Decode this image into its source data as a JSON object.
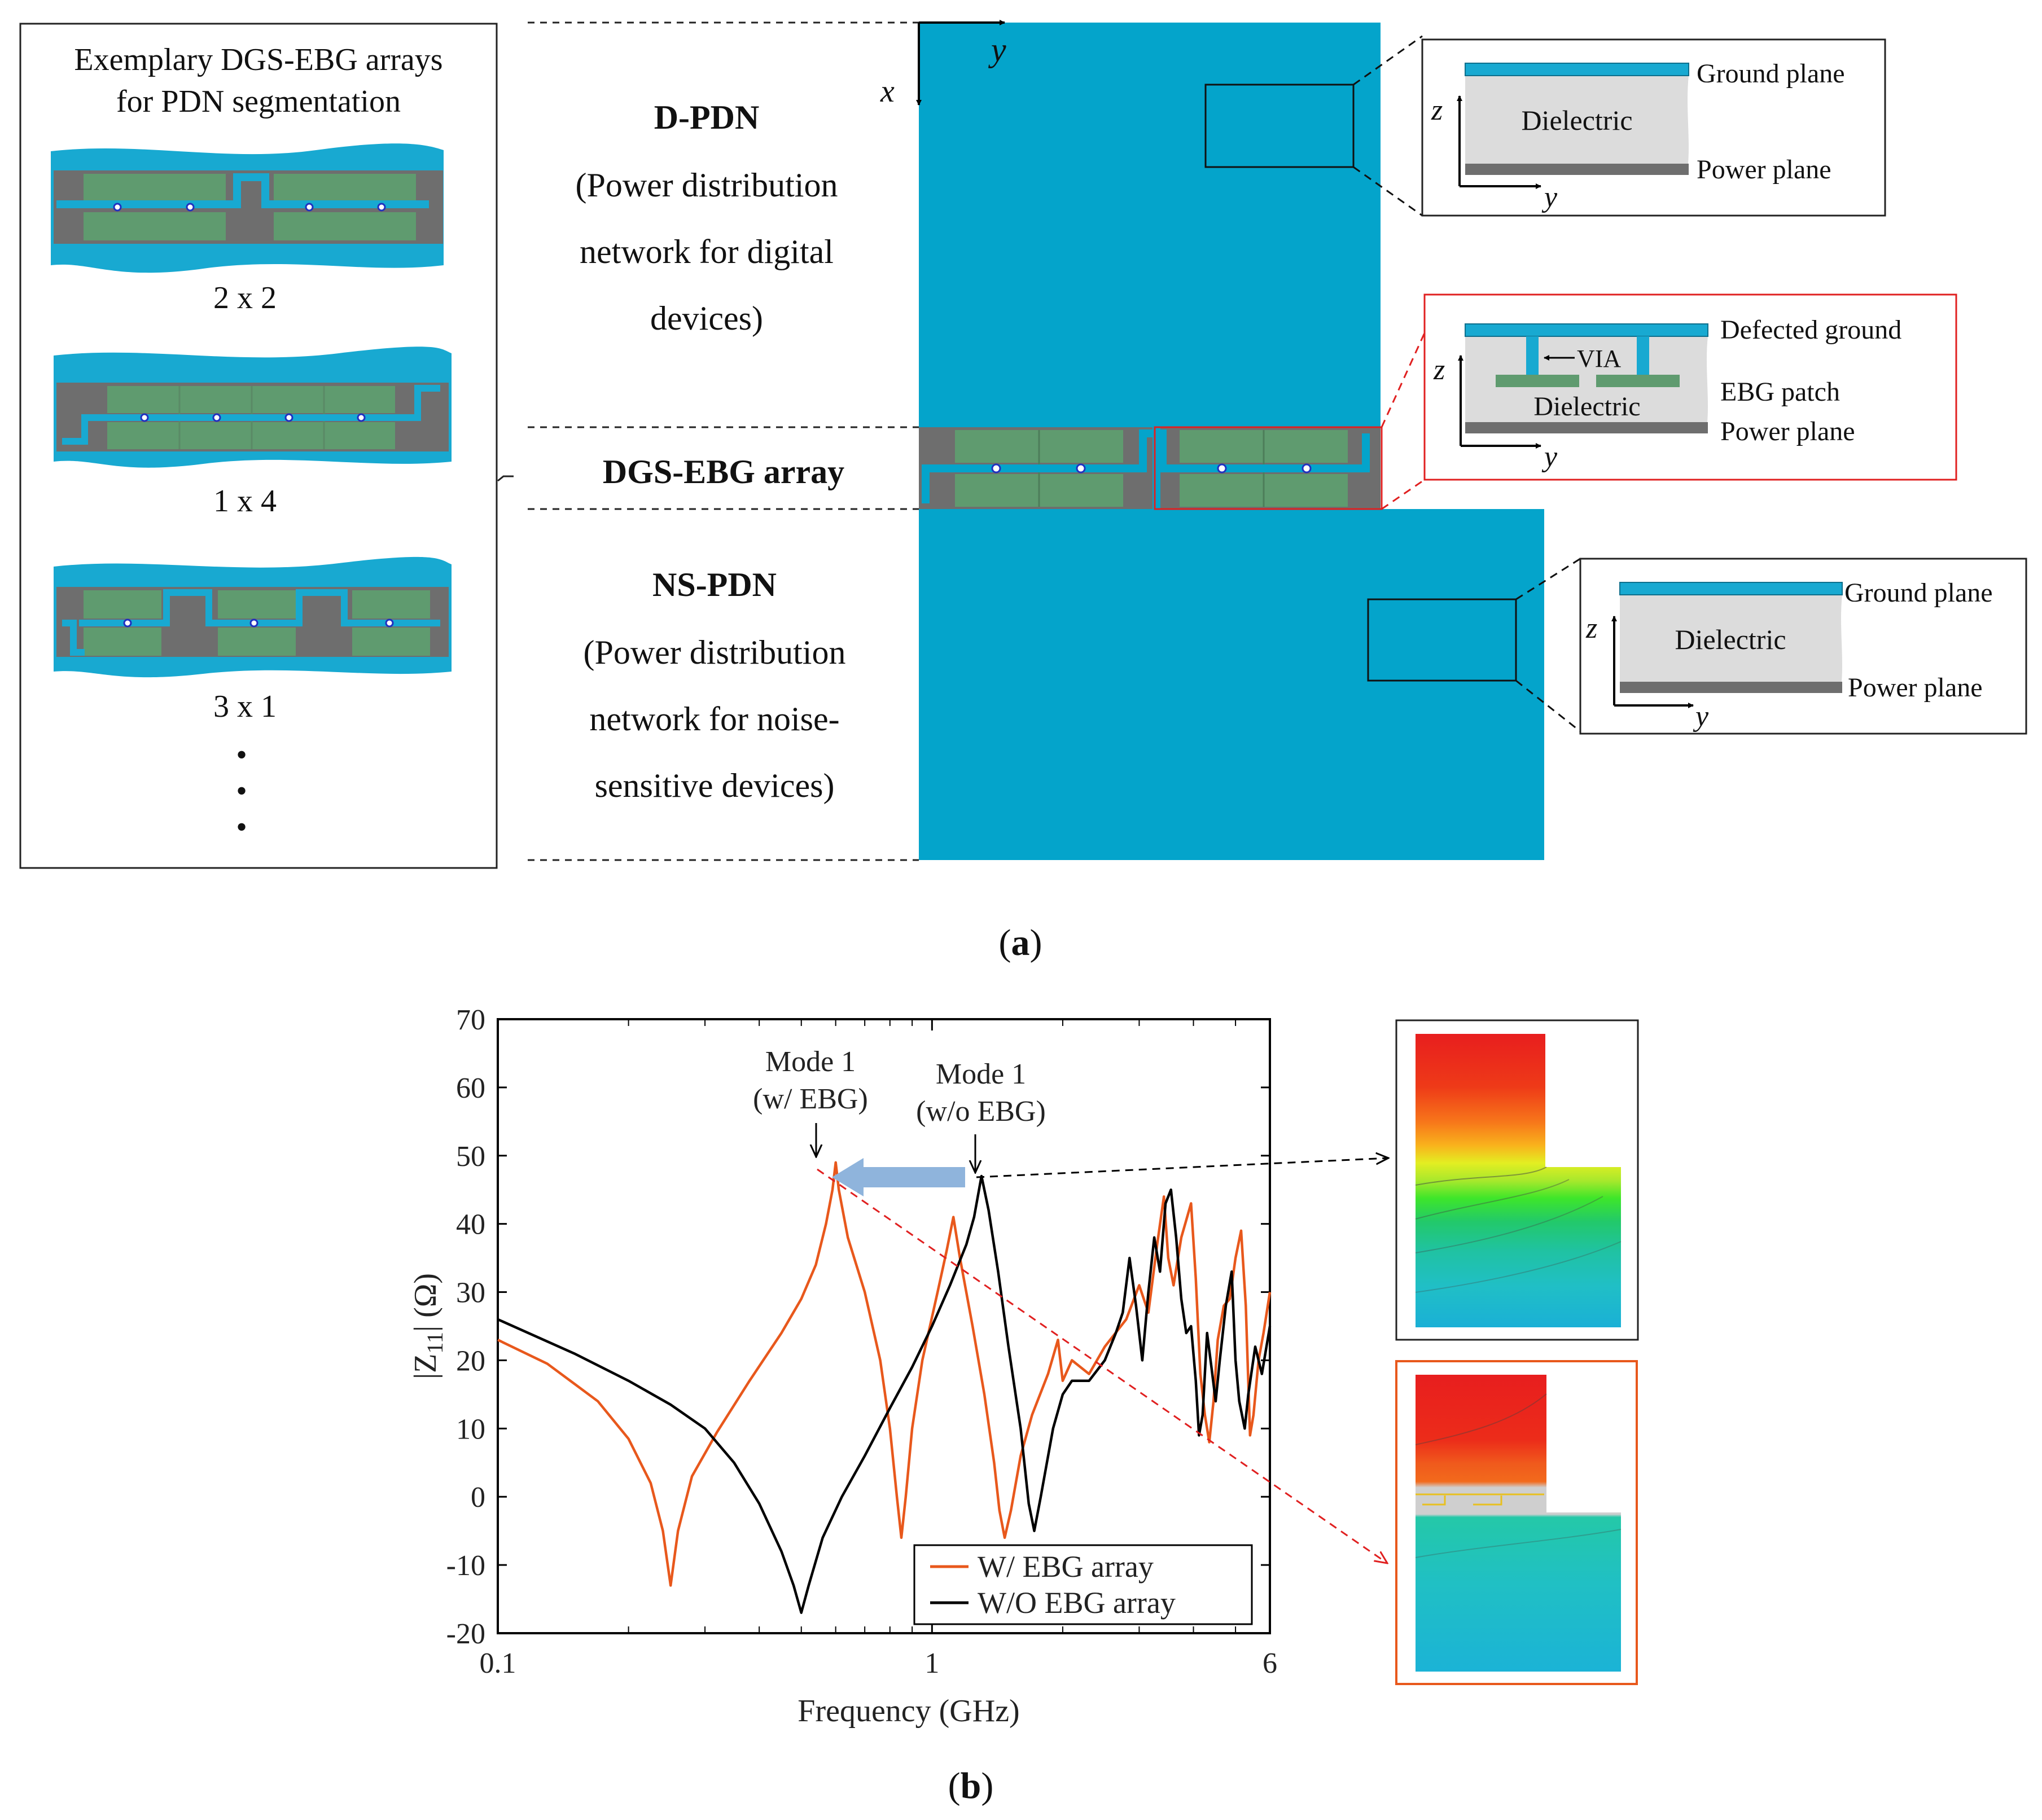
{
  "panel_a": {
    "examples_box": {
      "title_line1": "Exemplary DGS-EBG arrays",
      "title_line2": "for PDN segmentation",
      "items": [
        {
          "label": "2 x 2"
        },
        {
          "label": "1 x 4"
        },
        {
          "label": "3 x 1"
        }
      ],
      "more_marker": "•"
    },
    "regions": {
      "dpdn_title": "D-PDN",
      "dpdn_desc": [
        "(Power distribution",
        "network for digital",
        "devices)"
      ],
      "dgs_title": "DGS-EBG array",
      "nspdn_title": "NS-PDN",
      "nspdn_desc": [
        "(Power distribution",
        "network for noise-",
        "sensitive devices)"
      ]
    },
    "axes_labels": {
      "x": "x",
      "y": "y",
      "z": "z"
    },
    "insets": {
      "top": {
        "ground": "Ground plane",
        "dielectric": "Dielectric",
        "power": "Power plane"
      },
      "middle": {
        "ground": "Defected ground",
        "via": "VIA",
        "dielectric": "Dielectric",
        "patch": "EBG patch",
        "power": "Power plane"
      },
      "bottom": {
        "ground": "Ground plane",
        "dielectric": "Dielectric",
        "power": "Power plane"
      }
    },
    "caption_open": "(",
    "caption_letter": "a",
    "caption_close": ")"
  },
  "panel_b": {
    "caption_open": "(",
    "caption_letter": "b",
    "caption_close": ")",
    "annotations": {
      "mode1_ebg": [
        "Mode 1",
        "(w/ EBG)"
      ],
      "mode1_noebg": [
        "Mode 1",
        "(w/o EBG)"
      ]
    }
  },
  "chart_data": {
    "type": "line",
    "title": "",
    "xlabel": "Frequency (GHz)",
    "ylabel": "|Z11| (Ω)",
    "xscale": "log",
    "xlim": [
      0.1,
      6
    ],
    "ylim": [
      -20,
      70
    ],
    "xticks": [
      "0.1",
      "1",
      "6"
    ],
    "yticks": [
      "-20",
      "-10",
      "0",
      "10",
      "20",
      "30",
      "40",
      "50",
      "60",
      "70"
    ],
    "legend": {
      "placement": "bottom-right"
    },
    "series": [
      {
        "name": "W/ EBG array",
        "color": "#e8581c",
        "points": [
          [
            0.1,
            23
          ],
          [
            0.13,
            19.5
          ],
          [
            0.17,
            14
          ],
          [
            0.2,
            8.5
          ],
          [
            0.225,
            2
          ],
          [
            0.24,
            -5
          ],
          [
            0.25,
            -13
          ],
          [
            0.26,
            -5
          ],
          [
            0.28,
            3
          ],
          [
            0.32,
            9.5
          ],
          [
            0.38,
            17
          ],
          [
            0.45,
            24
          ],
          [
            0.5,
            29
          ],
          [
            0.54,
            34
          ],
          [
            0.57,
            40
          ],
          [
            0.59,
            45
          ],
          [
            0.6,
            49
          ],
          [
            0.61,
            45
          ],
          [
            0.64,
            38
          ],
          [
            0.7,
            30
          ],
          [
            0.76,
            20
          ],
          [
            0.8,
            10
          ],
          [
            0.83,
            0
          ],
          [
            0.85,
            -6
          ],
          [
            0.87,
            0
          ],
          [
            0.9,
            10
          ],
          [
            0.95,
            20
          ],
          [
            1.03,
            30
          ],
          [
            1.08,
            36
          ],
          [
            1.12,
            41
          ],
          [
            1.16,
            35
          ],
          [
            1.24,
            25
          ],
          [
            1.32,
            15
          ],
          [
            1.39,
            5
          ],
          [
            1.43,
            -2
          ],
          [
            1.47,
            -6
          ],
          [
            1.52,
            -2
          ],
          [
            1.6,
            6
          ],
          [
            1.7,
            12
          ],
          [
            1.85,
            18
          ],
          [
            1.95,
            23
          ],
          [
            2.0,
            17
          ],
          [
            2.1,
            20
          ],
          [
            2.3,
            18
          ],
          [
            2.5,
            22
          ],
          [
            2.8,
            26
          ],
          [
            3.0,
            31
          ],
          [
            3.15,
            27
          ],
          [
            3.3,
            37
          ],
          [
            3.42,
            44
          ],
          [
            3.5,
            35
          ],
          [
            3.6,
            31
          ],
          [
            3.75,
            38
          ],
          [
            3.95,
            43
          ],
          [
            4.05,
            32
          ],
          [
            4.15,
            18
          ],
          [
            4.25,
            12
          ],
          [
            4.35,
            8
          ],
          [
            4.45,
            14
          ],
          [
            4.55,
            23
          ],
          [
            4.7,
            28
          ],
          [
            4.85,
            29
          ],
          [
            5.0,
            35
          ],
          [
            5.15,
            39
          ],
          [
            5.28,
            28
          ],
          [
            5.4,
            9
          ],
          [
            5.5,
            12
          ],
          [
            5.65,
            20
          ],
          [
            5.8,
            24
          ],
          [
            6.0,
            30
          ]
        ]
      },
      {
        "name": "W/O EBG array",
        "color": "#000000",
        "points": [
          [
            0.1,
            26
          ],
          [
            0.15,
            21
          ],
          [
            0.2,
            17
          ],
          [
            0.25,
            13.5
          ],
          [
            0.3,
            10
          ],
          [
            0.35,
            5
          ],
          [
            0.4,
            -1
          ],
          [
            0.45,
            -8
          ],
          [
            0.48,
            -13
          ],
          [
            0.5,
            -17
          ],
          [
            0.52,
            -13
          ],
          [
            0.56,
            -6
          ],
          [
            0.62,
            0
          ],
          [
            0.7,
            6
          ],
          [
            0.8,
            13
          ],
          [
            0.9,
            19
          ],
          [
            1.0,
            25
          ],
          [
            1.1,
            31
          ],
          [
            1.2,
            37
          ],
          [
            1.25,
            41
          ],
          [
            1.3,
            47
          ],
          [
            1.35,
            42
          ],
          [
            1.42,
            33
          ],
          [
            1.5,
            22
          ],
          [
            1.6,
            10
          ],
          [
            1.67,
            -1
          ],
          [
            1.72,
            -5
          ],
          [
            1.78,
            0
          ],
          [
            1.9,
            10
          ],
          [
            2.0,
            15
          ],
          [
            2.1,
            17
          ],
          [
            2.3,
            17
          ],
          [
            2.5,
            20
          ],
          [
            2.65,
            24
          ],
          [
            2.75,
            27
          ],
          [
            2.85,
            35
          ],
          [
            2.95,
            28
          ],
          [
            3.05,
            20
          ],
          [
            3.15,
            30
          ],
          [
            3.25,
            38
          ],
          [
            3.35,
            33
          ],
          [
            3.45,
            43
          ],
          [
            3.55,
            45
          ],
          [
            3.65,
            38
          ],
          [
            3.75,
            29
          ],
          [
            3.85,
            24
          ],
          [
            3.95,
            25
          ],
          [
            4.05,
            17
          ],
          [
            4.12,
            9
          ],
          [
            4.2,
            12
          ],
          [
            4.3,
            24
          ],
          [
            4.4,
            19
          ],
          [
            4.5,
            14
          ],
          [
            4.6,
            20
          ],
          [
            4.75,
            28
          ],
          [
            4.9,
            33
          ],
          [
            5.0,
            20
          ],
          [
            5.1,
            14
          ],
          [
            5.25,
            10
          ],
          [
            5.35,
            15
          ],
          [
            5.55,
            22
          ],
          [
            5.75,
            18
          ],
          [
            6.0,
            25
          ]
        ]
      }
    ]
  }
}
